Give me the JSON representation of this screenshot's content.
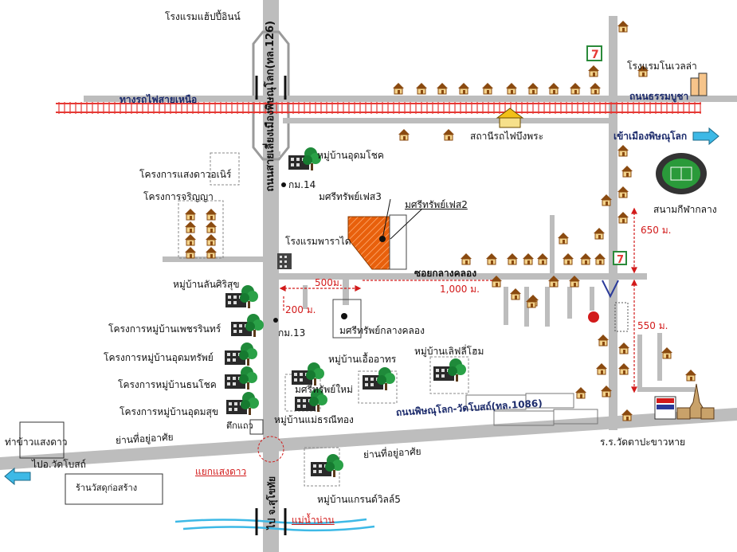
{
  "colors": {
    "road": "#bdbdbd",
    "railway": "#e53935",
    "plot": "#e8600c",
    "trees": "#1f8a3a",
    "arrow": "#3db9e6",
    "distance": "#d21a1a"
  },
  "roads": {
    "highway_126": "ถนนสายเลี่ยงเมืองพิษณุโลก(ทล.126)",
    "railway": "ทางรถไฟสายเหนือ",
    "thammabucha": "ถนนธรรมบูชา",
    "phitsanulok_watbot": "ถนนพิษณุโลก-วัดโบสถ์(ทล.1086)",
    "soi_klang_khlong": "ซอยกลางคลอง",
    "to_sukhothai": "ไป จ.สุโขทัย",
    "to_city": "เข้าเมืองพิษณุโลก",
    "to_watbot": "ไปอ.วัดโบสถ์"
  },
  "landmarks": {
    "happy_inn": "โรงแรมแฮ้ปปี้อินน์",
    "novella": "โรงแรมโนเวลล่า",
    "station": "สถานีรถไฟบึงพระ",
    "stadium": "สนามกีฬากลาง",
    "seven_eleven": "7",
    "hotel_prakai": "โรงแรมพาราได",
    "school": "ร.ร.วัดตาปะขาวหาย",
    "rice_mill": "ท่าข้าวแสงดาว",
    "intersection": "แยกแสงดาว",
    "river": "แม่น้ำน่าน",
    "nong_sala": "ตึกแถว",
    "shop_store": "ร้านวัสดุก่อสร้าง"
  },
  "projects": {
    "udomchok": "หมู่บ้านอุดมโชค",
    "saengdao_inn": "โครงการแสงดาวอเนิร์",
    "charinya": "โครงการจริญญา",
    "lansirisuk": "หมู่บ้านลันศิริสุข",
    "petcharin": "โครงการหมู่บ้านเพชรรินทร์",
    "udomsap": "โครงการหมู่บ้านอุดมทรัพย์",
    "thanachok": "โครงการหมู่บ้านธนโชค",
    "udomsuk": "โครงการหมู่บ้านอุดมสุข",
    "mansap3": "มศรีทรัพย์เฟส3",
    "mansap2": "มศรีทรัพย์เฟส2",
    "mansap_klang": "มศรีทรัพย์กลางคลอง",
    "ua_athon": "หมู่บ้านเอื้ออาทร",
    "lifehome": "หมู่บ้านเลิฟลี่โฮม",
    "mansap_new": "มศรีทรัพย์ใหม่",
    "maethorani": "หมู่บ้านแม่ธรณีทอง",
    "grandville5": "หมู่บ้านแกรนด์วิลล์5"
  },
  "markers": {
    "km14": "กม.14",
    "km13": "กม.13"
  },
  "distances": {
    "d500": "500ม.",
    "d200": "200 ม.",
    "d1000": "1,000 ม.",
    "d650": "650 ม.",
    "d550": "550 ม."
  },
  "areas": {
    "market_left": "ย่านที่อยู่อาศัย",
    "market_right": "ย่านที่อยู่อาศัย"
  }
}
